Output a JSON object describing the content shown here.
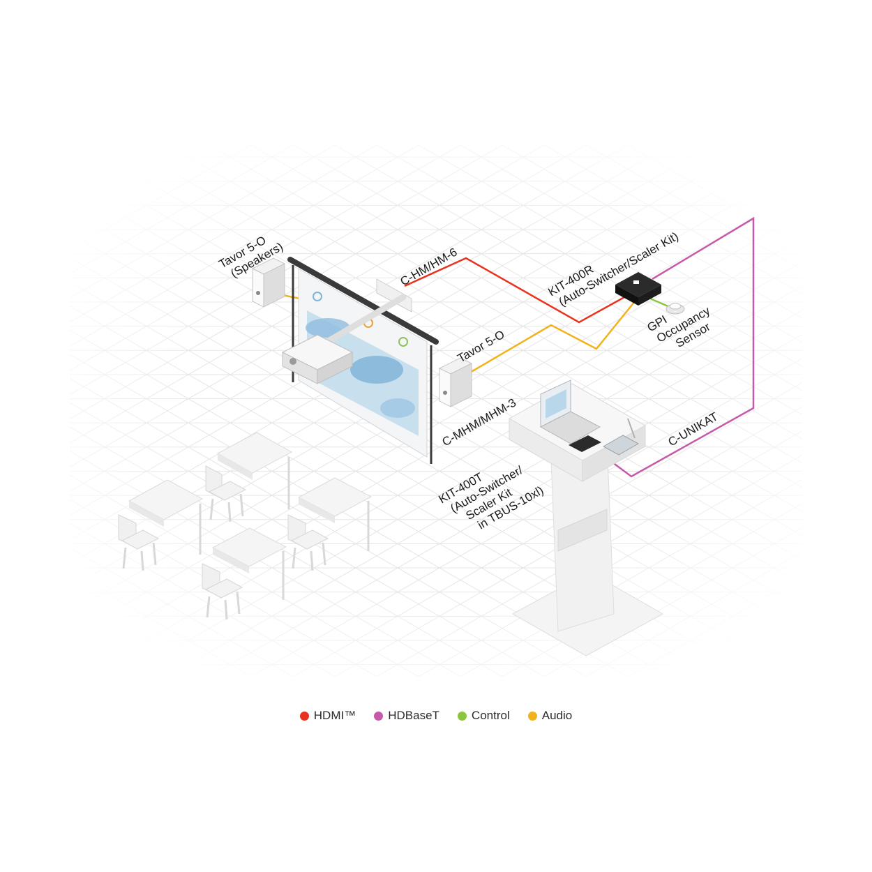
{
  "labels": {
    "tavor_speakers": [
      "Tavor 5-O",
      "(Speakers)"
    ],
    "c_hm_hm_6": "C-HM/HM-6",
    "kit_400r": [
      "KIT-400R",
      "(Auto-Switcher/Scaler Kit)"
    ],
    "gpi_sensor": [
      "GPI",
      "Occupancy",
      "Sensor"
    ],
    "tavor_5o": "Tavor 5-O",
    "c_mhm_mhm_3": "C-MHM/MHM-3",
    "c_unikat": "C-UNIKAT",
    "kit_400t": [
      "KIT-400T",
      "(Auto-Switcher/",
      "Scaler Kit",
      "in TBUS-10xl)"
    ]
  },
  "legend": [
    {
      "label": "HDMI™",
      "color": "#e8321e"
    },
    {
      "label": "HDBaseT",
      "color": "#c45aa8"
    },
    {
      "label": "Control",
      "color": "#8cc63f"
    },
    {
      "label": "Audio",
      "color": "#f2b21b"
    }
  ],
  "colors": {
    "hdmi": "#e8321e",
    "hdbaset": "#c45aa8",
    "control": "#8cc63f",
    "audio": "#f2b21b"
  },
  "icons": [
    "speaker-icon",
    "projection-screen-icon",
    "projector-icon",
    "receiver-box-icon",
    "occupancy-sensor-icon",
    "lectern-icon",
    "laptop-icon",
    "transmitter-icon",
    "desk-icon",
    "chair-icon"
  ]
}
